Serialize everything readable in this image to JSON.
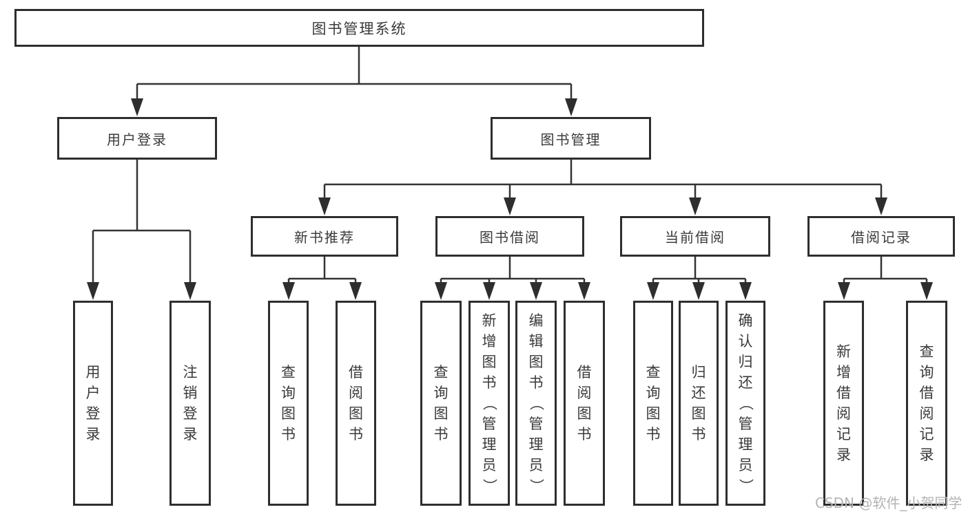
{
  "title": "图书管理系统",
  "level2": [
    "用户登录",
    "图书管理"
  ],
  "level3": [
    "新书推荐",
    "图书借阅",
    "当前借阅",
    "借阅记录"
  ],
  "leaves": {
    "userLogin": [
      "用户登录",
      "注销登录"
    ],
    "newBooks": [
      "查询图书",
      "借阅图书"
    ],
    "bookBorrow": [
      "查询图书",
      "新增图书（管理员）",
      "编辑图书（管理员）",
      "借阅图书"
    ],
    "currentBorrow": [
      "查询图书",
      "归还图书",
      "确认归还（管理员）"
    ],
    "borrowRecords": [
      "新增借阅记录",
      "查询借阅记录"
    ]
  },
  "watermark": "CSDN @软件_小贺同学",
  "colors": {
    "line": "#333333",
    "border": "#2e2e2e",
    "text": "#3a3a3a",
    "watermark": "#b3b3b3",
    "background": "#ffffff"
  }
}
